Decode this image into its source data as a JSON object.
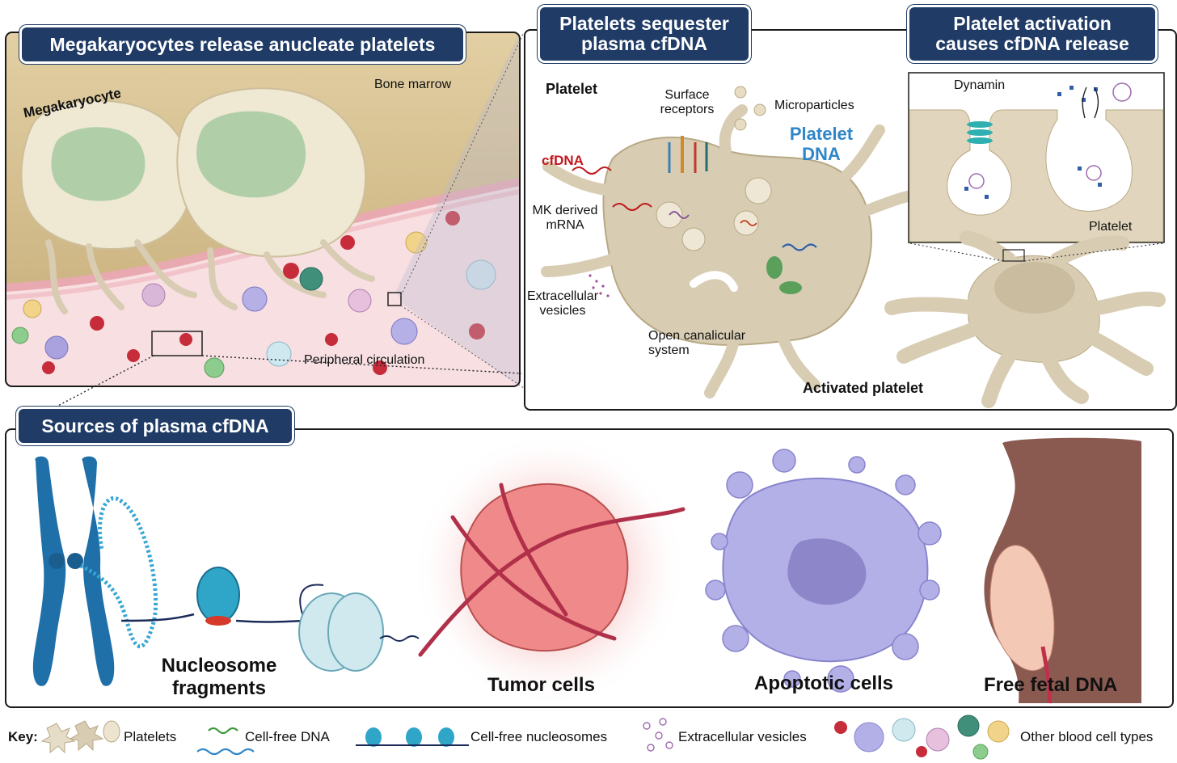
{
  "panels": {
    "megakaryocyte": {
      "title": "Megakaryocytes release anucleate platelets",
      "labels": {
        "megakaryocyte": "Megakaryocyte",
        "bone_marrow": "Bone marrow",
        "peripheral_circulation": "Peripheral circulation"
      }
    },
    "sequester": {
      "title_line1": "Platelets sequester",
      "title_line2": "plasma cfDNA",
      "labels": {
        "platelet": "Platelet",
        "surface_receptors_line1": "Surface",
        "surface_receptors_line2": "receptors",
        "microparticles": "Microparticles",
        "platelet_dna_line1": "Platelet",
        "platelet_dna_line2": "DNA",
        "cfdna": "cfDNA",
        "mk_mrna_line1": "MK derived",
        "mk_mrna_line2": "mRNA",
        "ev_line1": "Extracellular",
        "ev_line2": "vesicles",
        "ocs_line1": "Open canalicular",
        "ocs_line2": "system"
      }
    },
    "activation": {
      "title_line1": "Platelet activation",
      "title_line2": "causes cfDNA release",
      "labels": {
        "dynamin": "Dynamin",
        "platelet": "Platelet",
        "activated_platelet": "Activated platelet"
      }
    },
    "sources": {
      "title": "Sources of plasma cfDNA",
      "labels": {
        "nucleosome_line1": "Nucleosome",
        "nucleosome_line2": "fragments",
        "tumor": "Tumor cells",
        "apoptotic": "Apoptotic cells",
        "fetal": "Free fetal DNA"
      }
    }
  },
  "key": {
    "label": "Key:",
    "items": {
      "platelets": "Platelets",
      "cfdna": "Cell-free DNA",
      "nucleosomes": "Cell-free nucleosomes",
      "vesicles": "Extracellular vesicles",
      "blood_cells": "Other blood cell types"
    }
  },
  "colors": {
    "title_fill": "#1f3b66",
    "cfdna_text": "#c0181e",
    "platelet_dna_text": "#2f86c8",
    "platelet_body": "#d8ccb3",
    "bone": "#dcc89c",
    "blood": "#f7dfe2"
  }
}
